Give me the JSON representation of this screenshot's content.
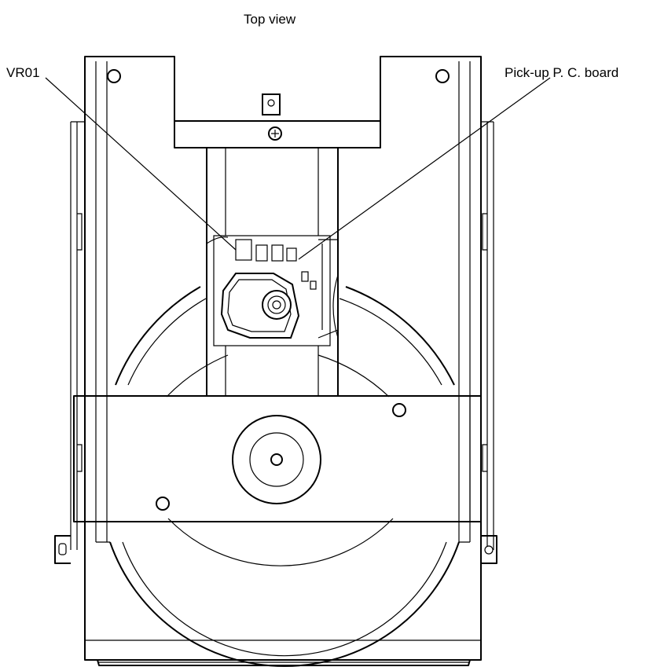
{
  "diagram": {
    "title": "Top view",
    "labels": {
      "vr01": "VR01",
      "pickup_board": "Pick-up P. C. board"
    }
  }
}
